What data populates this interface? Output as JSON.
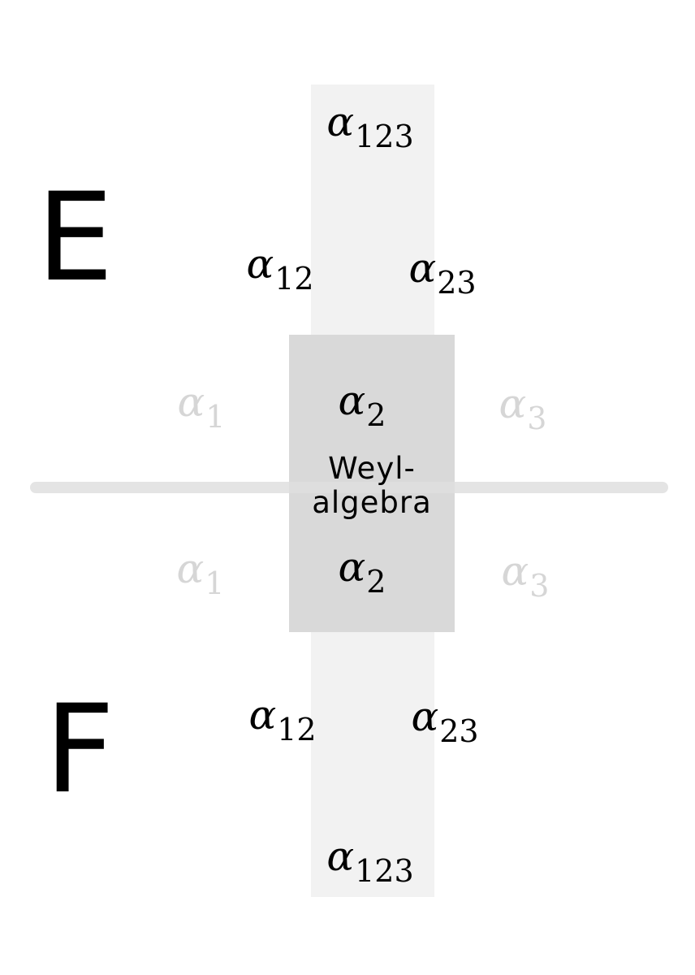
{
  "labels": {
    "E": "E",
    "F": "F",
    "weyl_line1": "Weyl-",
    "weyl_line2": "algebra"
  },
  "roots": {
    "a123_top": {
      "symbol": "α",
      "sub": "123"
    },
    "a12_top": {
      "symbol": "α",
      "sub": "12"
    },
    "a23_top": {
      "symbol": "α",
      "sub": "23"
    },
    "a1_top": {
      "symbol": "α",
      "sub": "1"
    },
    "a2_top": {
      "symbol": "α",
      "sub": "2"
    },
    "a3_top": {
      "symbol": "α",
      "sub": "3"
    },
    "a1_bottom": {
      "symbol": "α",
      "sub": "1"
    },
    "a2_bottom": {
      "symbol": "α",
      "sub": "2"
    },
    "a3_bottom": {
      "symbol": "α",
      "sub": "3"
    },
    "a12_bottom": {
      "symbol": "α",
      "sub": "12"
    },
    "a23_bottom": {
      "symbol": "α",
      "sub": "23"
    },
    "a123_bottom": {
      "symbol": "α",
      "sub": "123"
    }
  },
  "colors": {
    "column": "#f2f2f2",
    "weyl_box": "#d9d9d9",
    "axis": "#e0e0e0",
    "faint_text": "#d6d6d6",
    "text": "#000000"
  }
}
